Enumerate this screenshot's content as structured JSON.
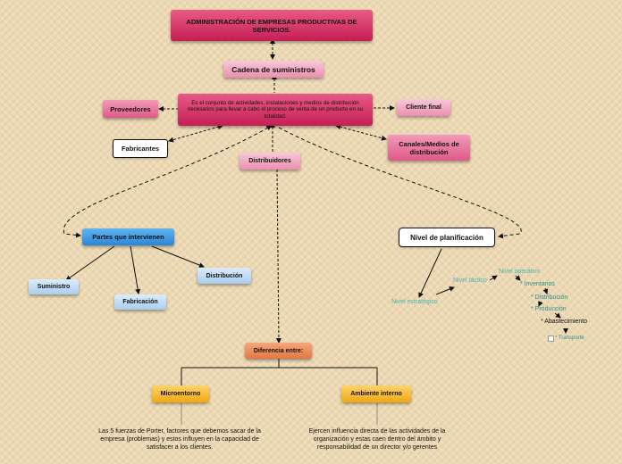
{
  "title": "ADMINISTRACIÓN DE EMPRESAS  PRODUCTIVAS DE SERVICIOS.",
  "cadena": "Cadena de suministros",
  "definicion": "Es el conjunto de actividades, instalaciones y medios de distribución necesarios para llevar a cabo el proceso de venta de un producto en su totalidad.",
  "proveedores": "Proveedores",
  "cliente_final": "Cliente final",
  "fabricantes": "Fabricantes",
  "distribuidores": "Distribuidores",
  "canales": "Canales/Medios de distribución",
  "partes": {
    "label": "Partes que intervienen",
    "suministro": "Suministro",
    "fabricacion": "Fabricación",
    "distribucion": "Distribución"
  },
  "nivel": {
    "label": "Nivel de planificación",
    "estrategico": "Nivel estratégico",
    "tactico": "Nivel táctico",
    "operativo": "Nivel operativo",
    "items": [
      "* Inventarios",
      "* Distribución",
      "* Producción",
      "* Abastecimiento",
      "* Transporte"
    ]
  },
  "diferencia": "Diferencia entre:",
  "micro": {
    "label": "Microentorno",
    "text": "Las 5 fuerzas de Porter, factores que debemos sacar de la empresa (problemas) y estos influyen en la capacidad de satisfacer a los clientes."
  },
  "interno": {
    "label": "Ambiente interno",
    "text": "Ejercen influencia directa de las actividades de la organización y estas caen dentro del ámbito y responsabilidad de un director y/o gerentes"
  },
  "colors": {
    "background": "#ecd9b3",
    "pink": "#d63567",
    "blue": "#3b95e0",
    "orange": "#e98550",
    "yellow": "#f5b52e",
    "teal": "#4fb3ad"
  }
}
